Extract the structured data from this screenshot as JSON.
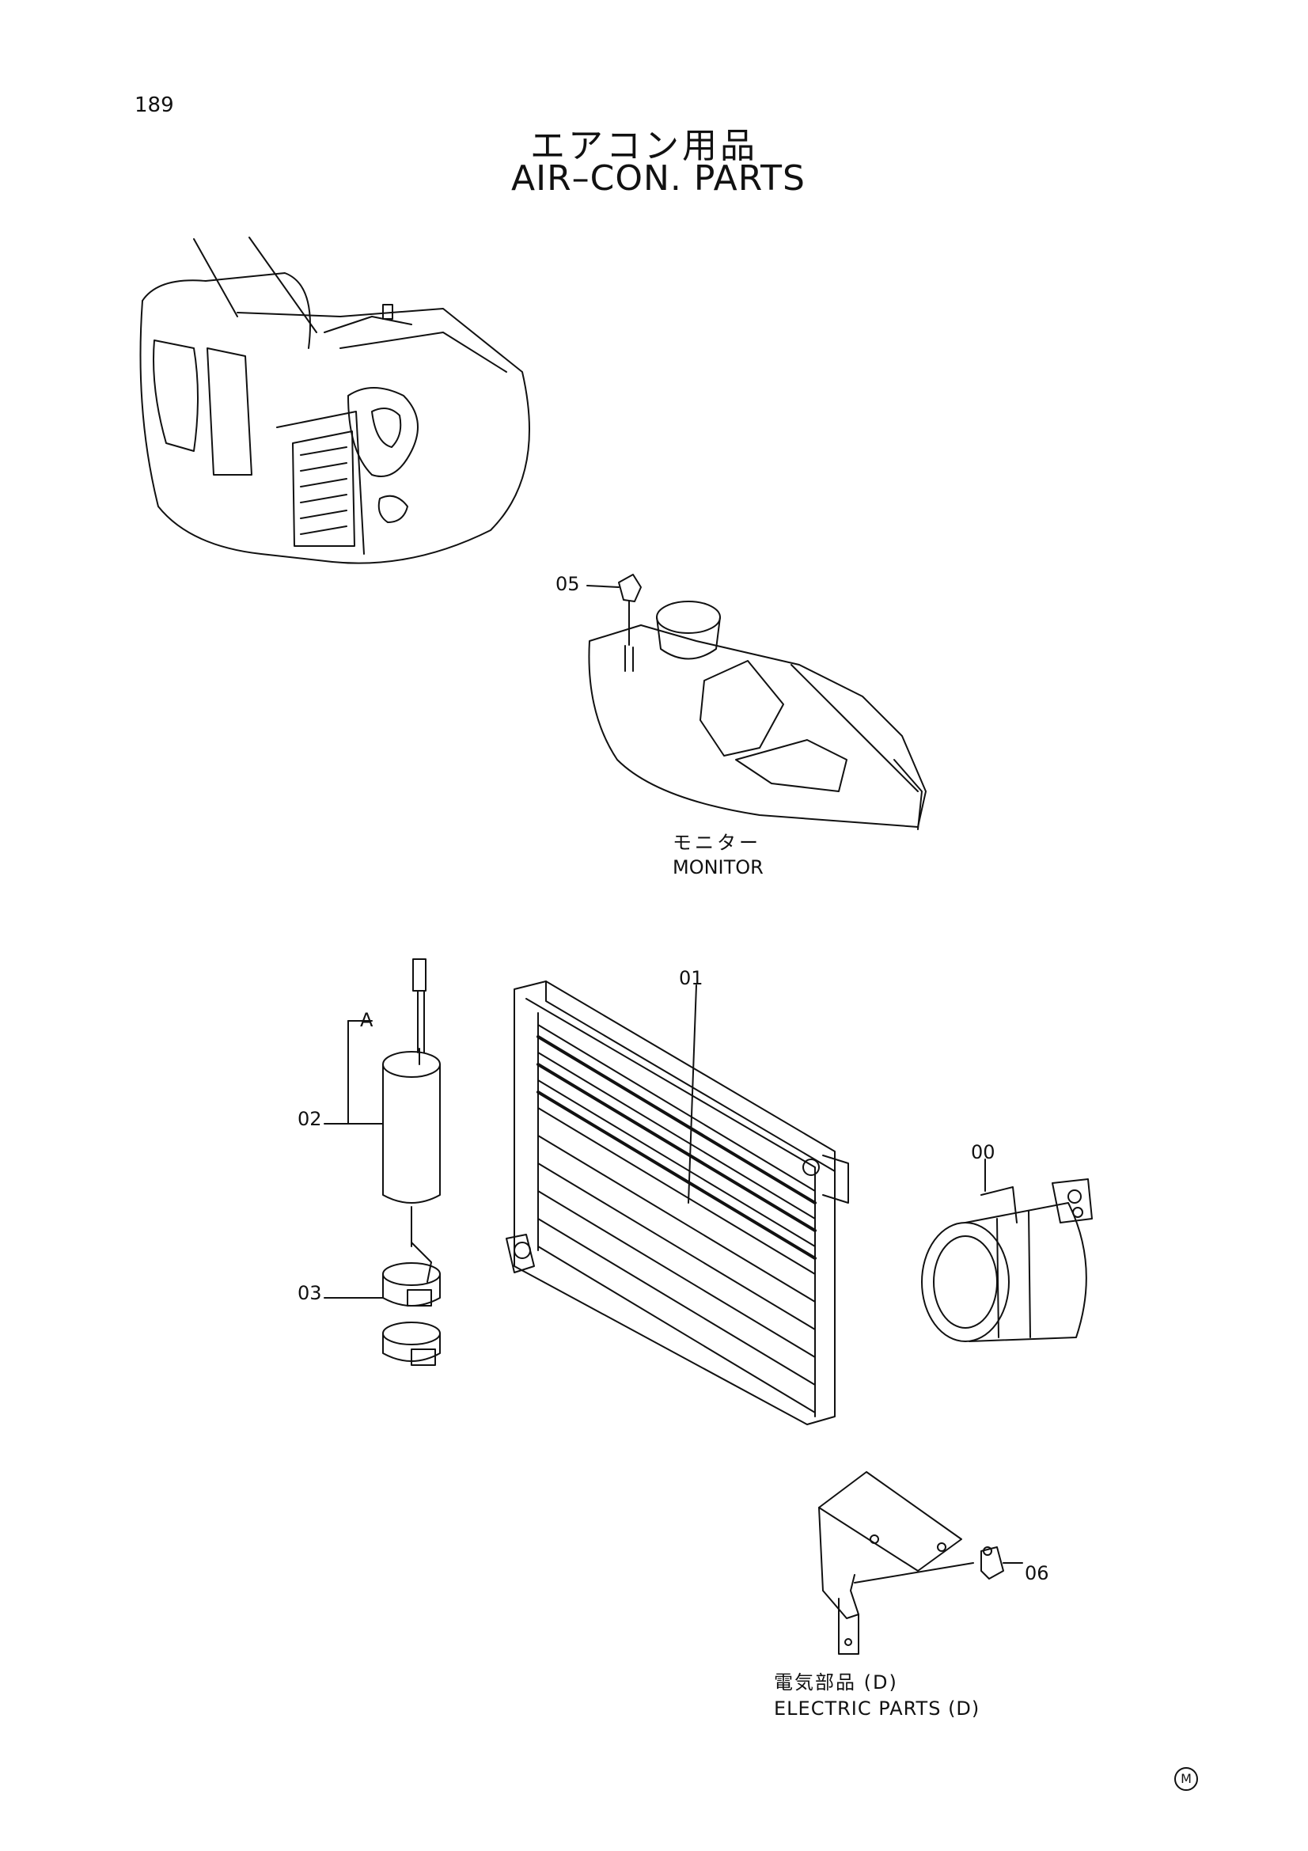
{
  "page_number": "189",
  "title": {
    "japanese": "エアコン用品",
    "english": "AIR–CON. PARTS"
  },
  "reference_labels": {
    "monitor": {
      "japanese": "モニター",
      "english": "MONITOR"
    },
    "electric_parts": {
      "japanese": "電気部品 (D)",
      "english": "ELECTRIC PARTS (D)"
    }
  },
  "callouts": {
    "c00": "00",
    "c01": "01",
    "c02": "02",
    "c03": "03",
    "c05": "05",
    "c06": "06",
    "cA": "A"
  },
  "corner_mark": "M"
}
